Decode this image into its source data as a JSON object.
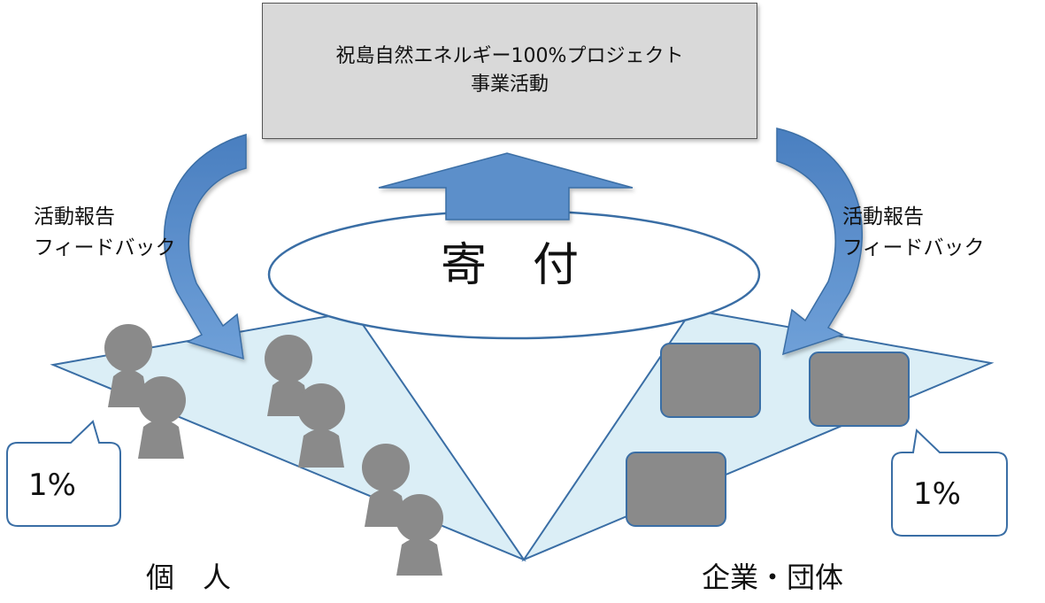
{
  "project": {
    "title_line1": "祝島自然エネルギー100%プロジェクト",
    "title_line2": "事業活動"
  },
  "donation_label": "寄　付",
  "feedback_left": {
    "line1": "活動報告",
    "line2": "フィードバック"
  },
  "feedback_right": {
    "line1": "活動報告",
    "line2": "フィードバック"
  },
  "individuals": {
    "label": "個　人",
    "share": "1%"
  },
  "companies": {
    "label": "企業・団体",
    "share": "1%"
  },
  "colors": {
    "accent_blue": "#5b8fca",
    "plane_fill": "#dbeef6",
    "outline_blue": "#3a6ea5",
    "figure_gray": "#8a8a8a",
    "box_gray": "#d9d9d9"
  }
}
